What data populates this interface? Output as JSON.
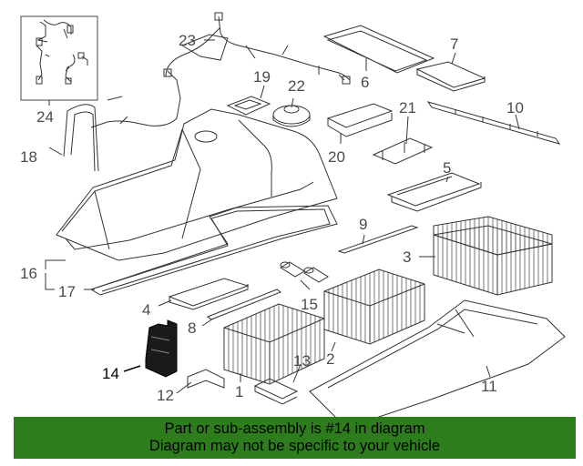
{
  "callouts": {
    "c1": "1",
    "c2": "2",
    "c3": "3",
    "c4": "4",
    "c5": "5",
    "c6": "6",
    "c7": "7",
    "c8": "8",
    "c9": "9",
    "c10": "10",
    "c11": "11",
    "c12": "12",
    "c13": "13",
    "c14": "14",
    "c15": "15",
    "c16": "16",
    "c17": "17",
    "c18": "18",
    "c19": "19",
    "c20": "20",
    "c21": "21",
    "c22": "22",
    "c23": "23",
    "c24": "24"
  },
  "highlighted_part": "14",
  "banner": {
    "line1": "Part or sub-assembly is #14 in diagram",
    "line2": "Diagram may not be specific to your vehicle",
    "background": "#2e7d1c"
  }
}
